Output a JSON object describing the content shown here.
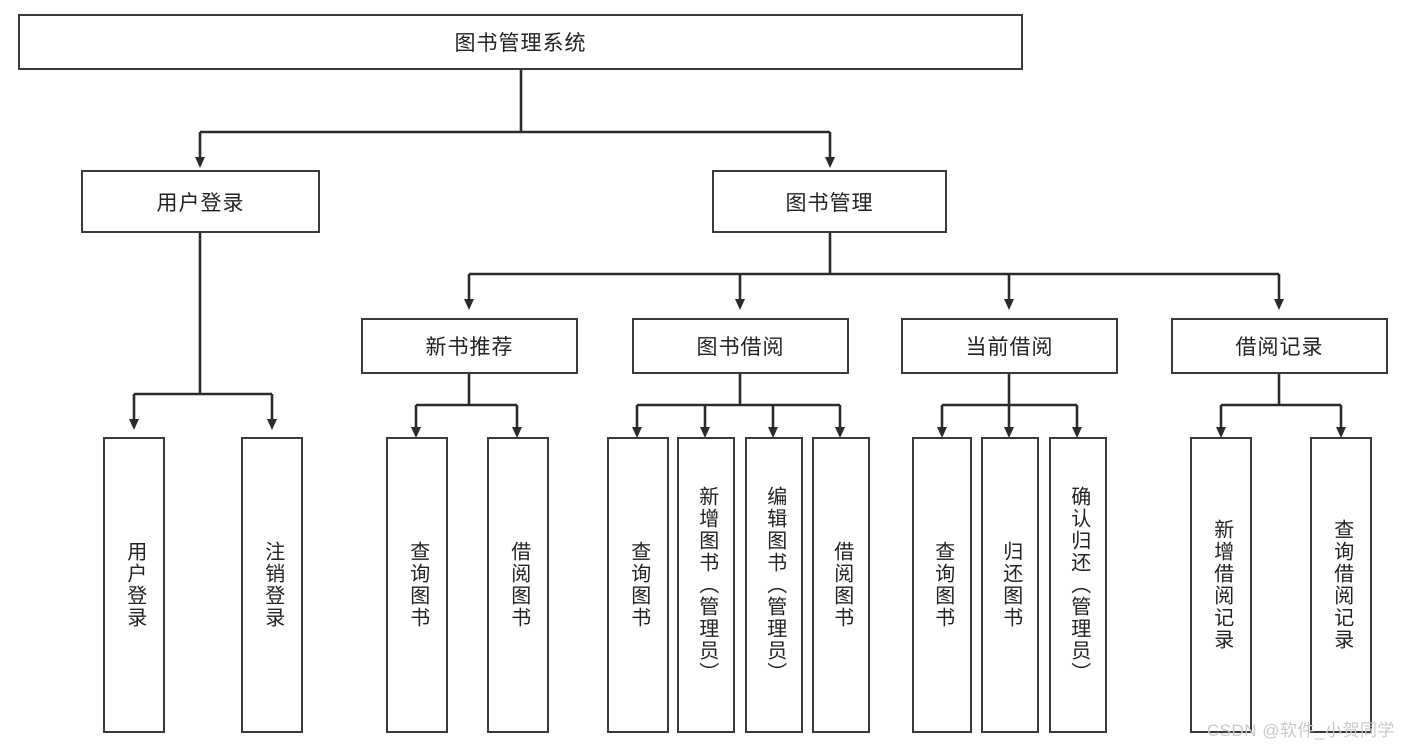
{
  "diagram": {
    "title": "图书管理系统",
    "root": {
      "label": "图书管理系统"
    },
    "level2": [
      {
        "label": "用户登录"
      },
      {
        "label": "图书管理"
      }
    ],
    "level3": [
      {
        "label": "新书推荐"
      },
      {
        "label": "图书借阅"
      },
      {
        "label": "当前借阅"
      },
      {
        "label": "借阅记录"
      }
    ],
    "leaves": {
      "user_login": [
        {
          "label": "用户登录"
        },
        {
          "label": "注销登录"
        }
      ],
      "new_book": [
        {
          "label": "查询图书"
        },
        {
          "label": "借阅图书"
        }
      ],
      "borrow": [
        {
          "label": "查询图书"
        },
        {
          "label": "新增图书（管理员）"
        },
        {
          "label": "编辑图书（管理员）"
        },
        {
          "label": "借阅图书"
        }
      ],
      "current": [
        {
          "label": "查询图书"
        },
        {
          "label": "归还图书"
        },
        {
          "label": "确认归还（管理员）"
        }
      ],
      "records": [
        {
          "label": "新增借阅记录"
        },
        {
          "label": "查询借阅记录"
        }
      ]
    }
  },
  "watermark": {
    "text": "CSDN @软件_小贺同学"
  },
  "colors": {
    "stroke": "#3a3a3a",
    "fill": "#ffffff",
    "text": "#222222",
    "watermark": "#c9c9c9"
  }
}
